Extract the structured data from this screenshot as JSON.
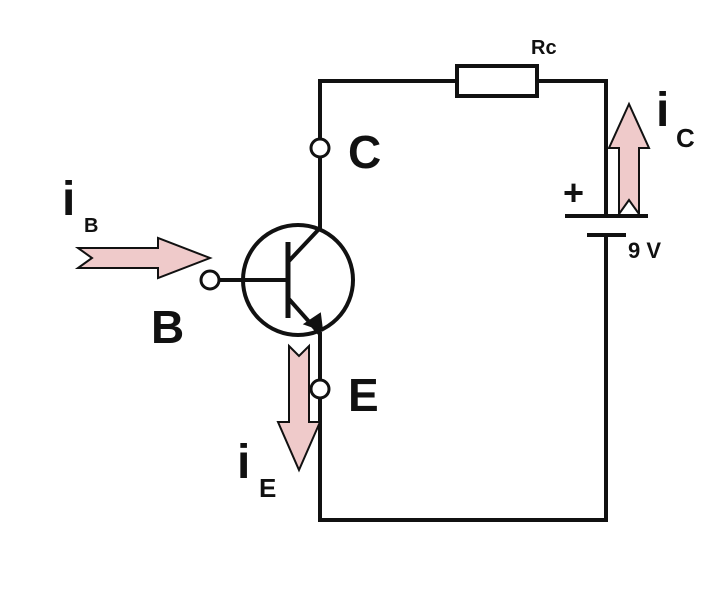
{
  "labels": {
    "resistor": "Rc",
    "collector": "C",
    "base": "B",
    "emitter": "E",
    "battery_plus": "+",
    "battery_voltage": "9 V"
  },
  "currents": {
    "base": {
      "symbol": "i",
      "subscript": "B"
    },
    "collector": {
      "symbol": "i",
      "subscript": "C"
    },
    "emitter": {
      "symbol": "i",
      "subscript": "E"
    }
  },
  "colors": {
    "wire": "#111111",
    "arrow_fill": "#efcaca",
    "arrow_stroke": "#111111"
  }
}
